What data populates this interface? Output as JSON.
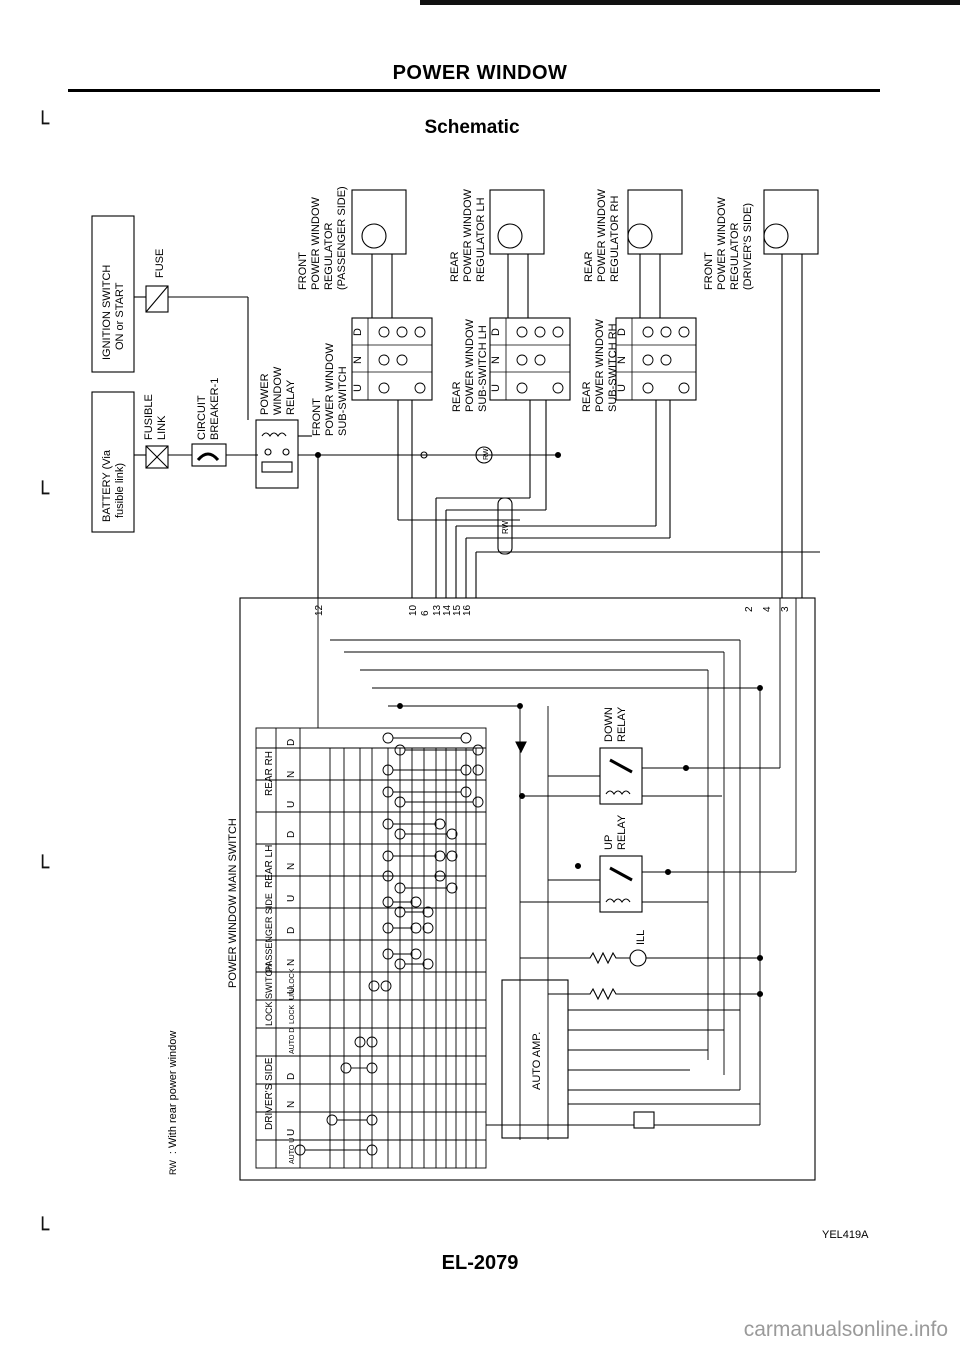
{
  "page": {
    "title": "POWER WINDOW",
    "subtitle": "Schematic",
    "diagram_code": "YEL419A",
    "page_number": "EL-2079",
    "watermark": "carmanualsonline.info"
  },
  "labels": {
    "ignition_switch": [
      "IGNITION SWITCH",
      "ON or START"
    ],
    "fuse": "FUSE",
    "battery": [
      "BATTERY (Via",
      "fusible link)"
    ],
    "fusible_link": [
      "FUSIBLE",
      "LINK"
    ],
    "circuit_breaker": [
      "CIRCUIT",
      "BREAKER-1"
    ],
    "relay": [
      "POWER",
      "WINDOW",
      "RELAY"
    ],
    "front_sub_switch": [
      "FRONT",
      "POWER WINDOW",
      "SUB-SWITCH"
    ],
    "rear_lh_sub_switch": [
      "REAR",
      "POWER WINDOW",
      "SUB-SWITCH LH"
    ],
    "rear_rh_sub_switch": [
      "REAR",
      "POWER WINDOW",
      "SUB-SWITCH RH"
    ],
    "front_reg_passenger": [
      "FRONT",
      "POWER WINDOW",
      "REGULATOR",
      "(PASSENGER SIDE)"
    ],
    "rear_reg_lh": [
      "REAR",
      "POWER WINDOW",
      "REGULATOR LH"
    ],
    "rear_reg_rh": [
      "REAR",
      "POWER WINDOW",
      "REGULATOR RH"
    ],
    "front_reg_driver": [
      "FRONT",
      "POWER WINDOW",
      "REGULATOR",
      "(DRIVER'S SIDE)"
    ],
    "main_switch": "POWER WINDOW MAIN SWITCH",
    "down_relay": [
      "DOWN",
      "RELAY"
    ],
    "up_relay": [
      "UP",
      "RELAY"
    ],
    "ill": "ILL",
    "auto_amp": "AUTO AMP.",
    "rw_badge": "RW",
    "rw_note": ": With rear power window"
  },
  "switch_table": {
    "groups": [
      {
        "name": "REAR RH",
        "cols": [
          "D",
          "N",
          "U"
        ]
      },
      {
        "name": "REAR LH",
        "cols": [
          "D",
          "N",
          "U"
        ]
      },
      {
        "name": "PASSENGER SIDE",
        "cols": [
          "D",
          "N",
          "U"
        ]
      },
      {
        "name": "LOCK SWITCH",
        "cols": [
          "UN-LOCK",
          "LOCK"
        ]
      },
      {
        "name": "DRIVER'S SIDE",
        "cols": [
          "AUTO D",
          "D",
          "N",
          "U",
          "AUTO U"
        ]
      }
    ]
  },
  "terminals": [
    "12",
    "10",
    "6",
    "13",
    "14",
    "15",
    "16",
    "2",
    "4",
    "3"
  ],
  "sub_switch_cols": [
    "U",
    "N",
    "D"
  ]
}
